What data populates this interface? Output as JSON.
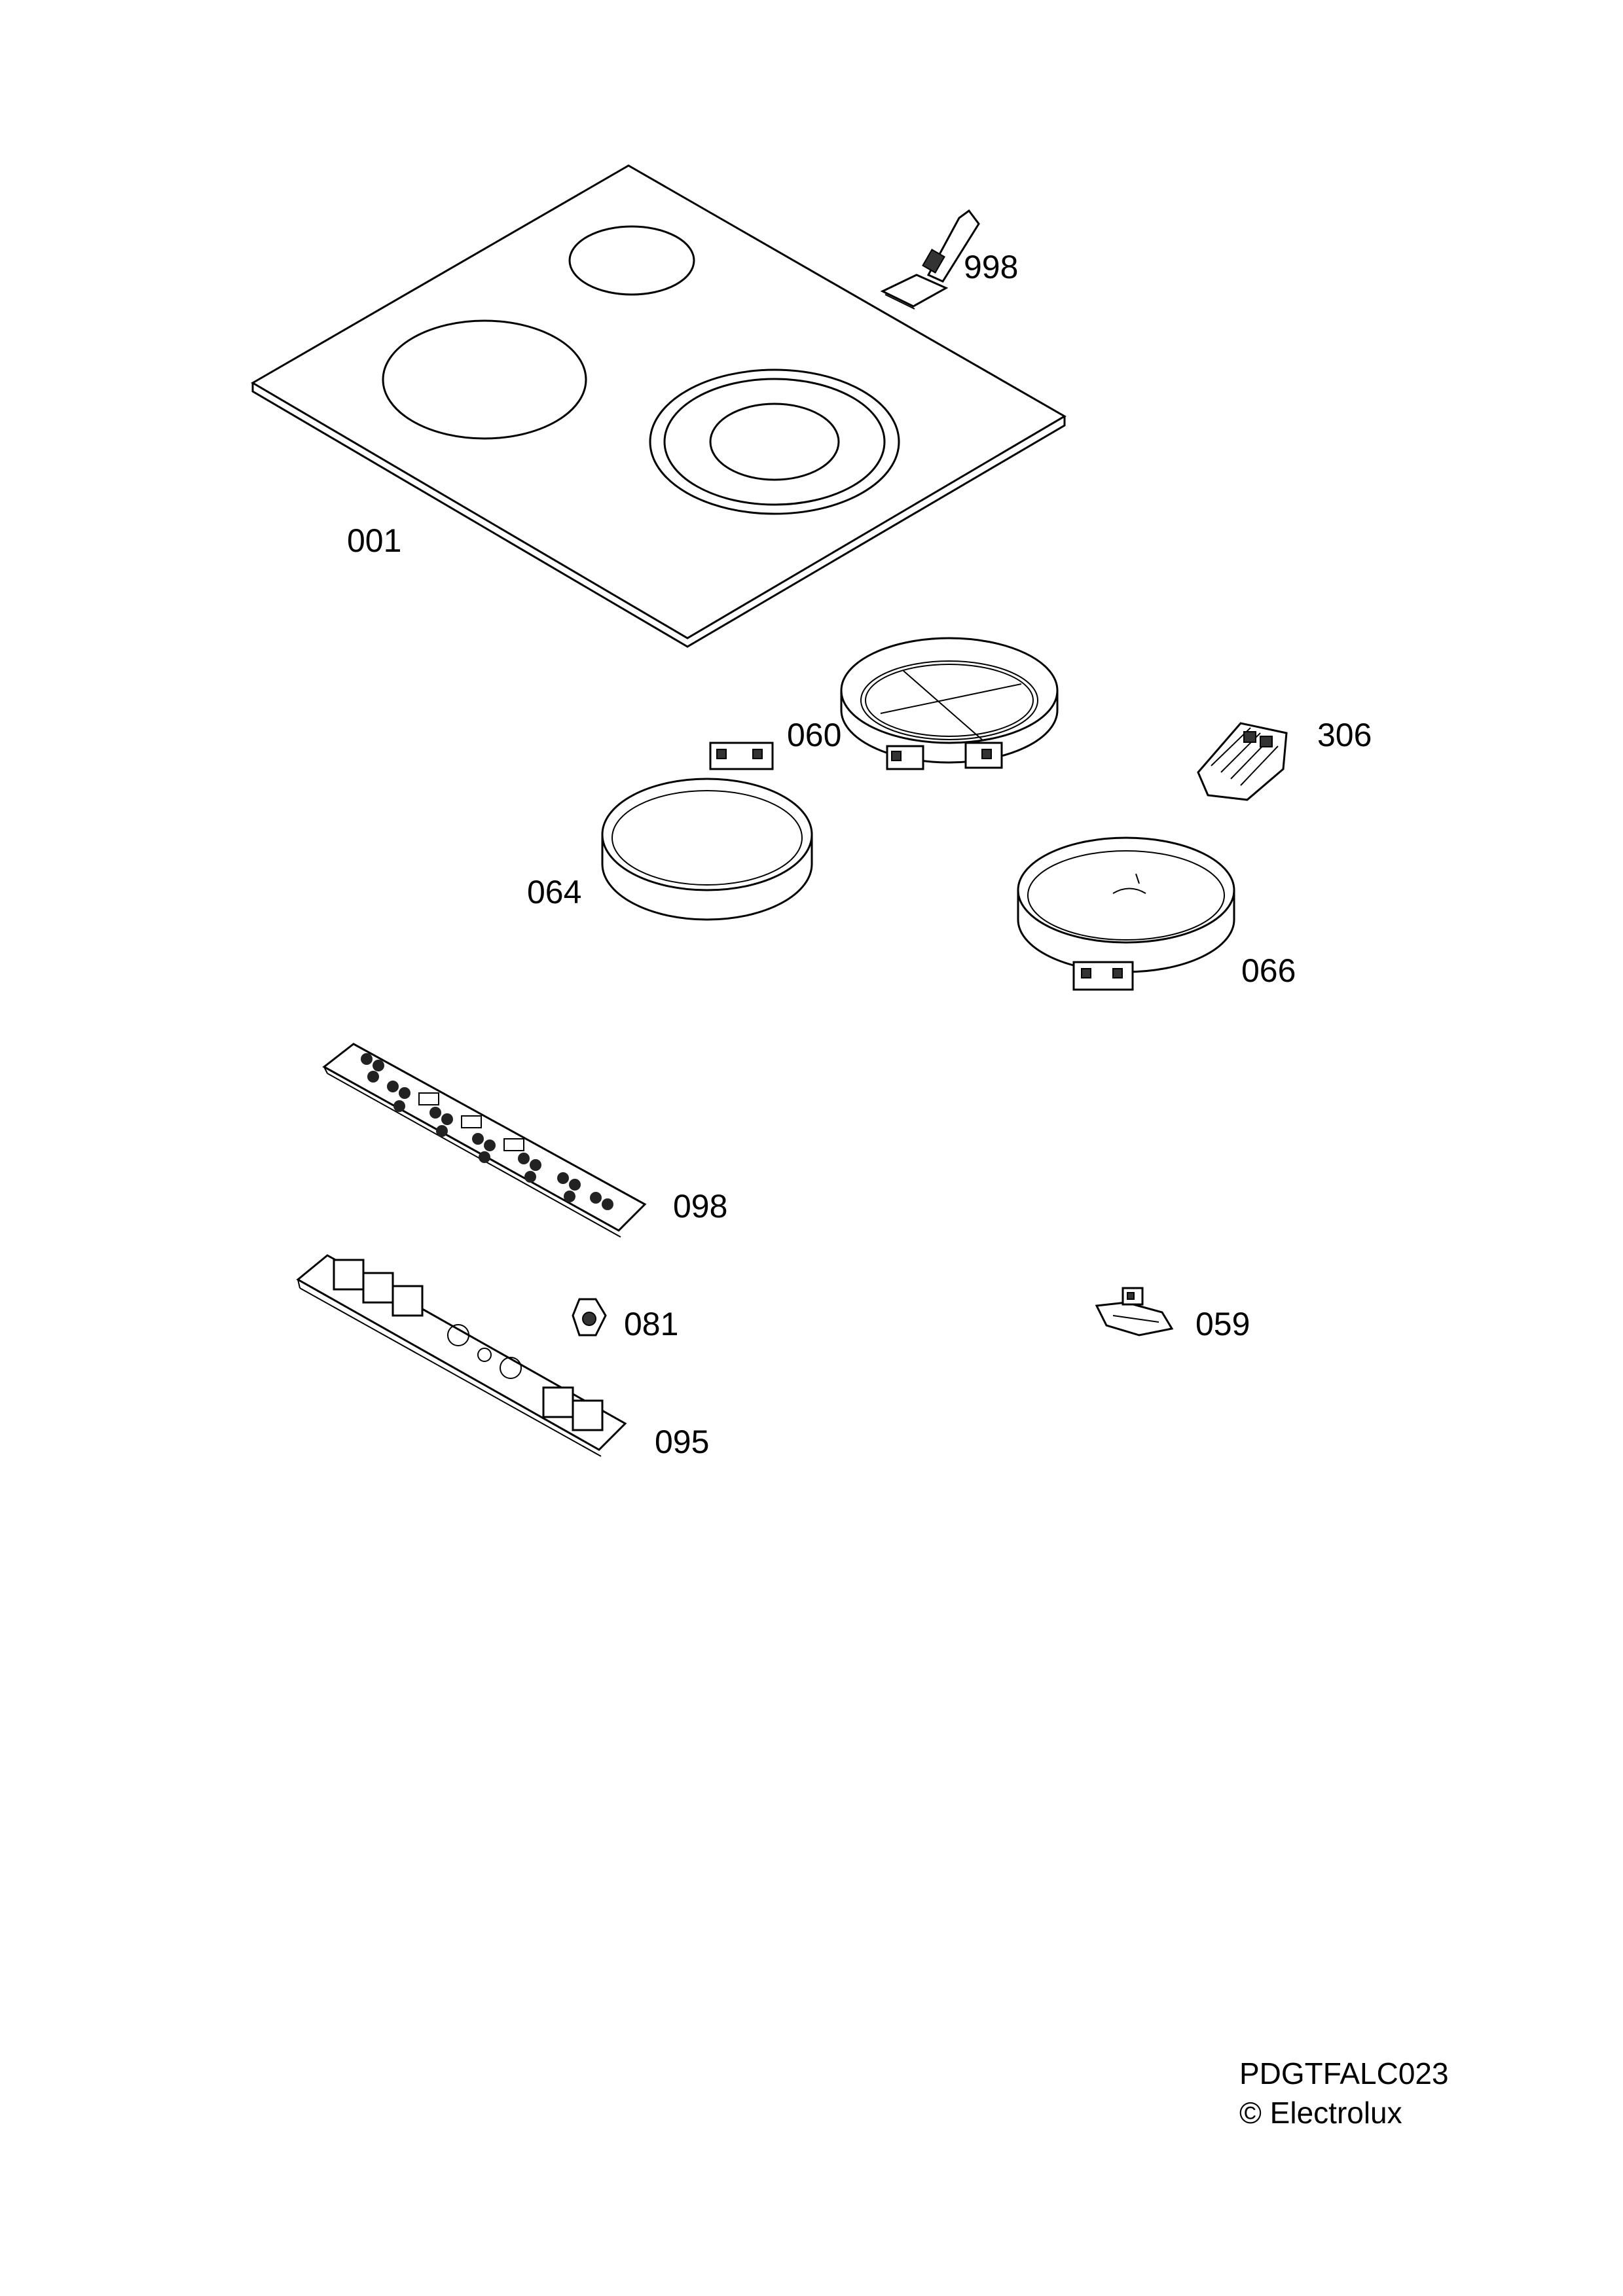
{
  "diagram": {
    "parts": [
      {
        "id": "glass_top",
        "label": "001"
      },
      {
        "id": "scraper",
        "label": "998"
      },
      {
        "id": "radiant_060",
        "label": "060"
      },
      {
        "id": "terminal_block",
        "label": "306"
      },
      {
        "id": "radiant_064",
        "label": "064"
      },
      {
        "id": "radiant_066",
        "label": "066"
      },
      {
        "id": "touch_board",
        "label": "098"
      },
      {
        "id": "knob_081",
        "label": "081"
      },
      {
        "id": "sensor_059",
        "label": "059"
      },
      {
        "id": "power_board",
        "label": "095"
      }
    ]
  },
  "footer": {
    "code": "PDGTFALC023",
    "copyright": "© Electrolux"
  }
}
